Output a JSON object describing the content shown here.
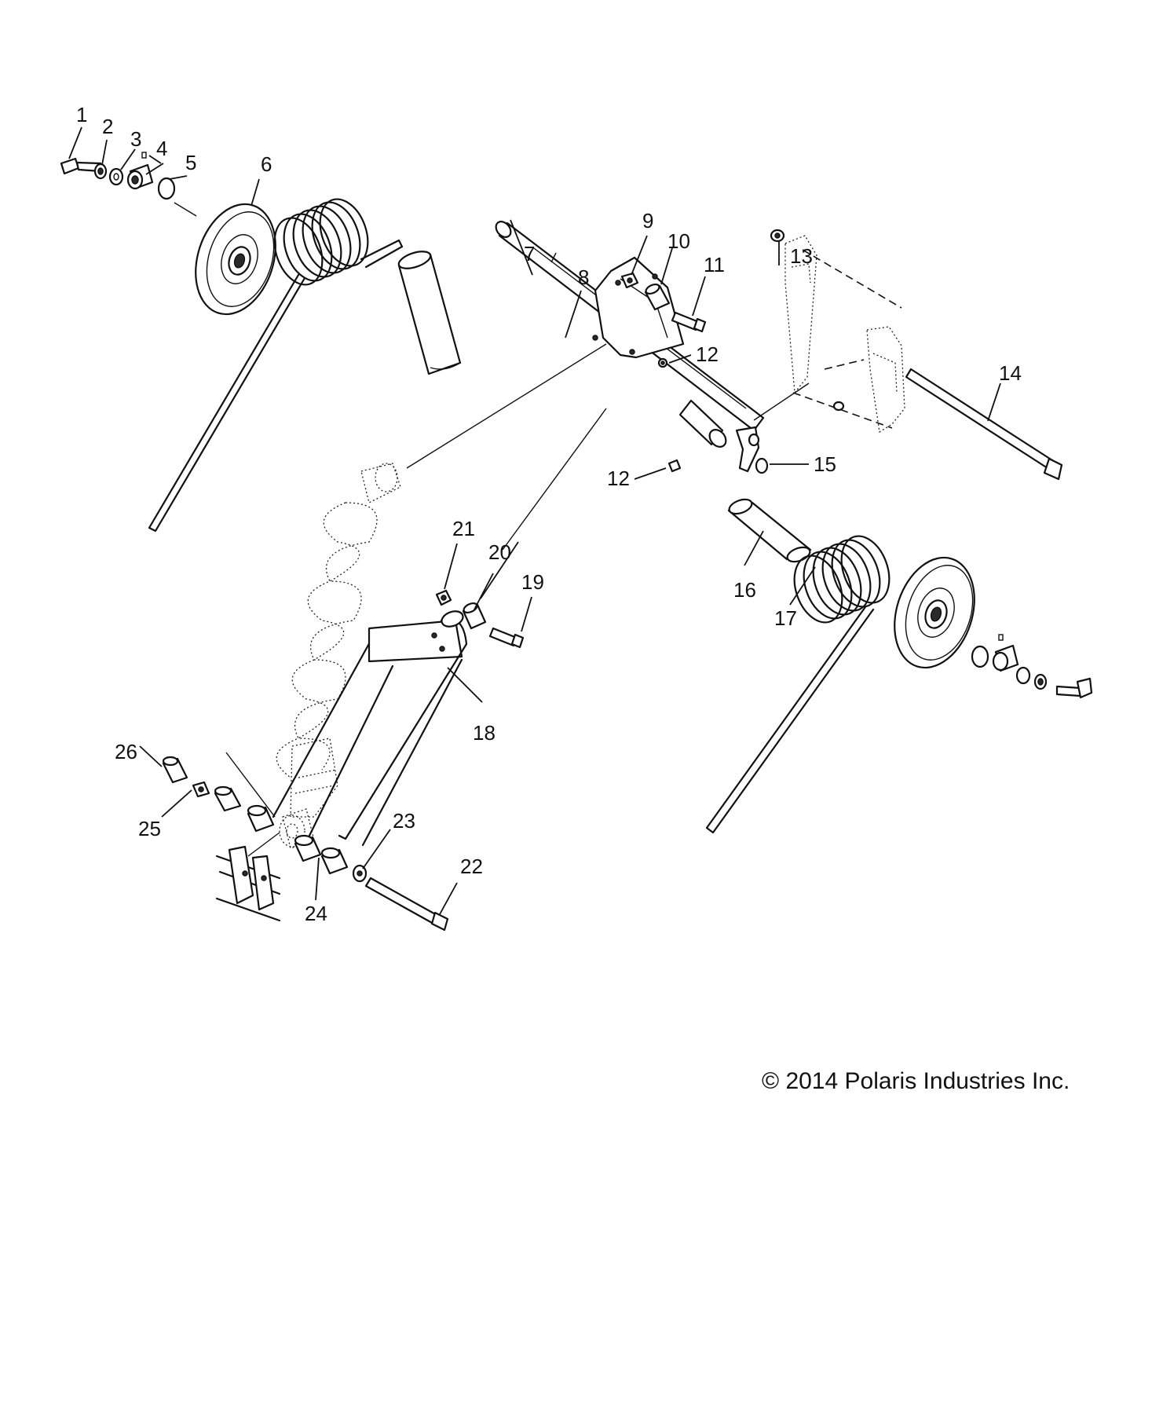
{
  "callouts": [
    {
      "id": "c1",
      "text": "1"
    },
    {
      "id": "c2",
      "text": "2"
    },
    {
      "id": "c3",
      "text": "3"
    },
    {
      "id": "c4",
      "text": "4"
    },
    {
      "id": "c5",
      "text": "5"
    },
    {
      "id": "c6",
      "text": "6"
    },
    {
      "id": "c7",
      "text": "7"
    },
    {
      "id": "c8",
      "text": "8"
    },
    {
      "id": "c9",
      "text": "9"
    },
    {
      "id": "c10",
      "text": "10"
    },
    {
      "id": "c11",
      "text": "11"
    },
    {
      "id": "c12a",
      "text": "12"
    },
    {
      "id": "c12b",
      "text": "12"
    },
    {
      "id": "c13",
      "text": "13"
    },
    {
      "id": "c14",
      "text": "14"
    },
    {
      "id": "c15",
      "text": "15"
    },
    {
      "id": "c16",
      "text": "16"
    },
    {
      "id": "c17",
      "text": "17"
    },
    {
      "id": "c18",
      "text": "18"
    },
    {
      "id": "c19",
      "text": "19"
    },
    {
      "id": "c20a",
      "text": "20"
    },
    {
      "id": "c20b",
      "text": "20"
    },
    {
      "id": "c21",
      "text": "21"
    },
    {
      "id": "c22",
      "text": "22"
    },
    {
      "id": "c23",
      "text": "23"
    },
    {
      "id": "c24",
      "text": "24"
    },
    {
      "id": "c25",
      "text": "25"
    },
    {
      "id": "c26",
      "text": "26"
    }
  ],
  "copyright": "© 2014 Polaris Industries Inc."
}
